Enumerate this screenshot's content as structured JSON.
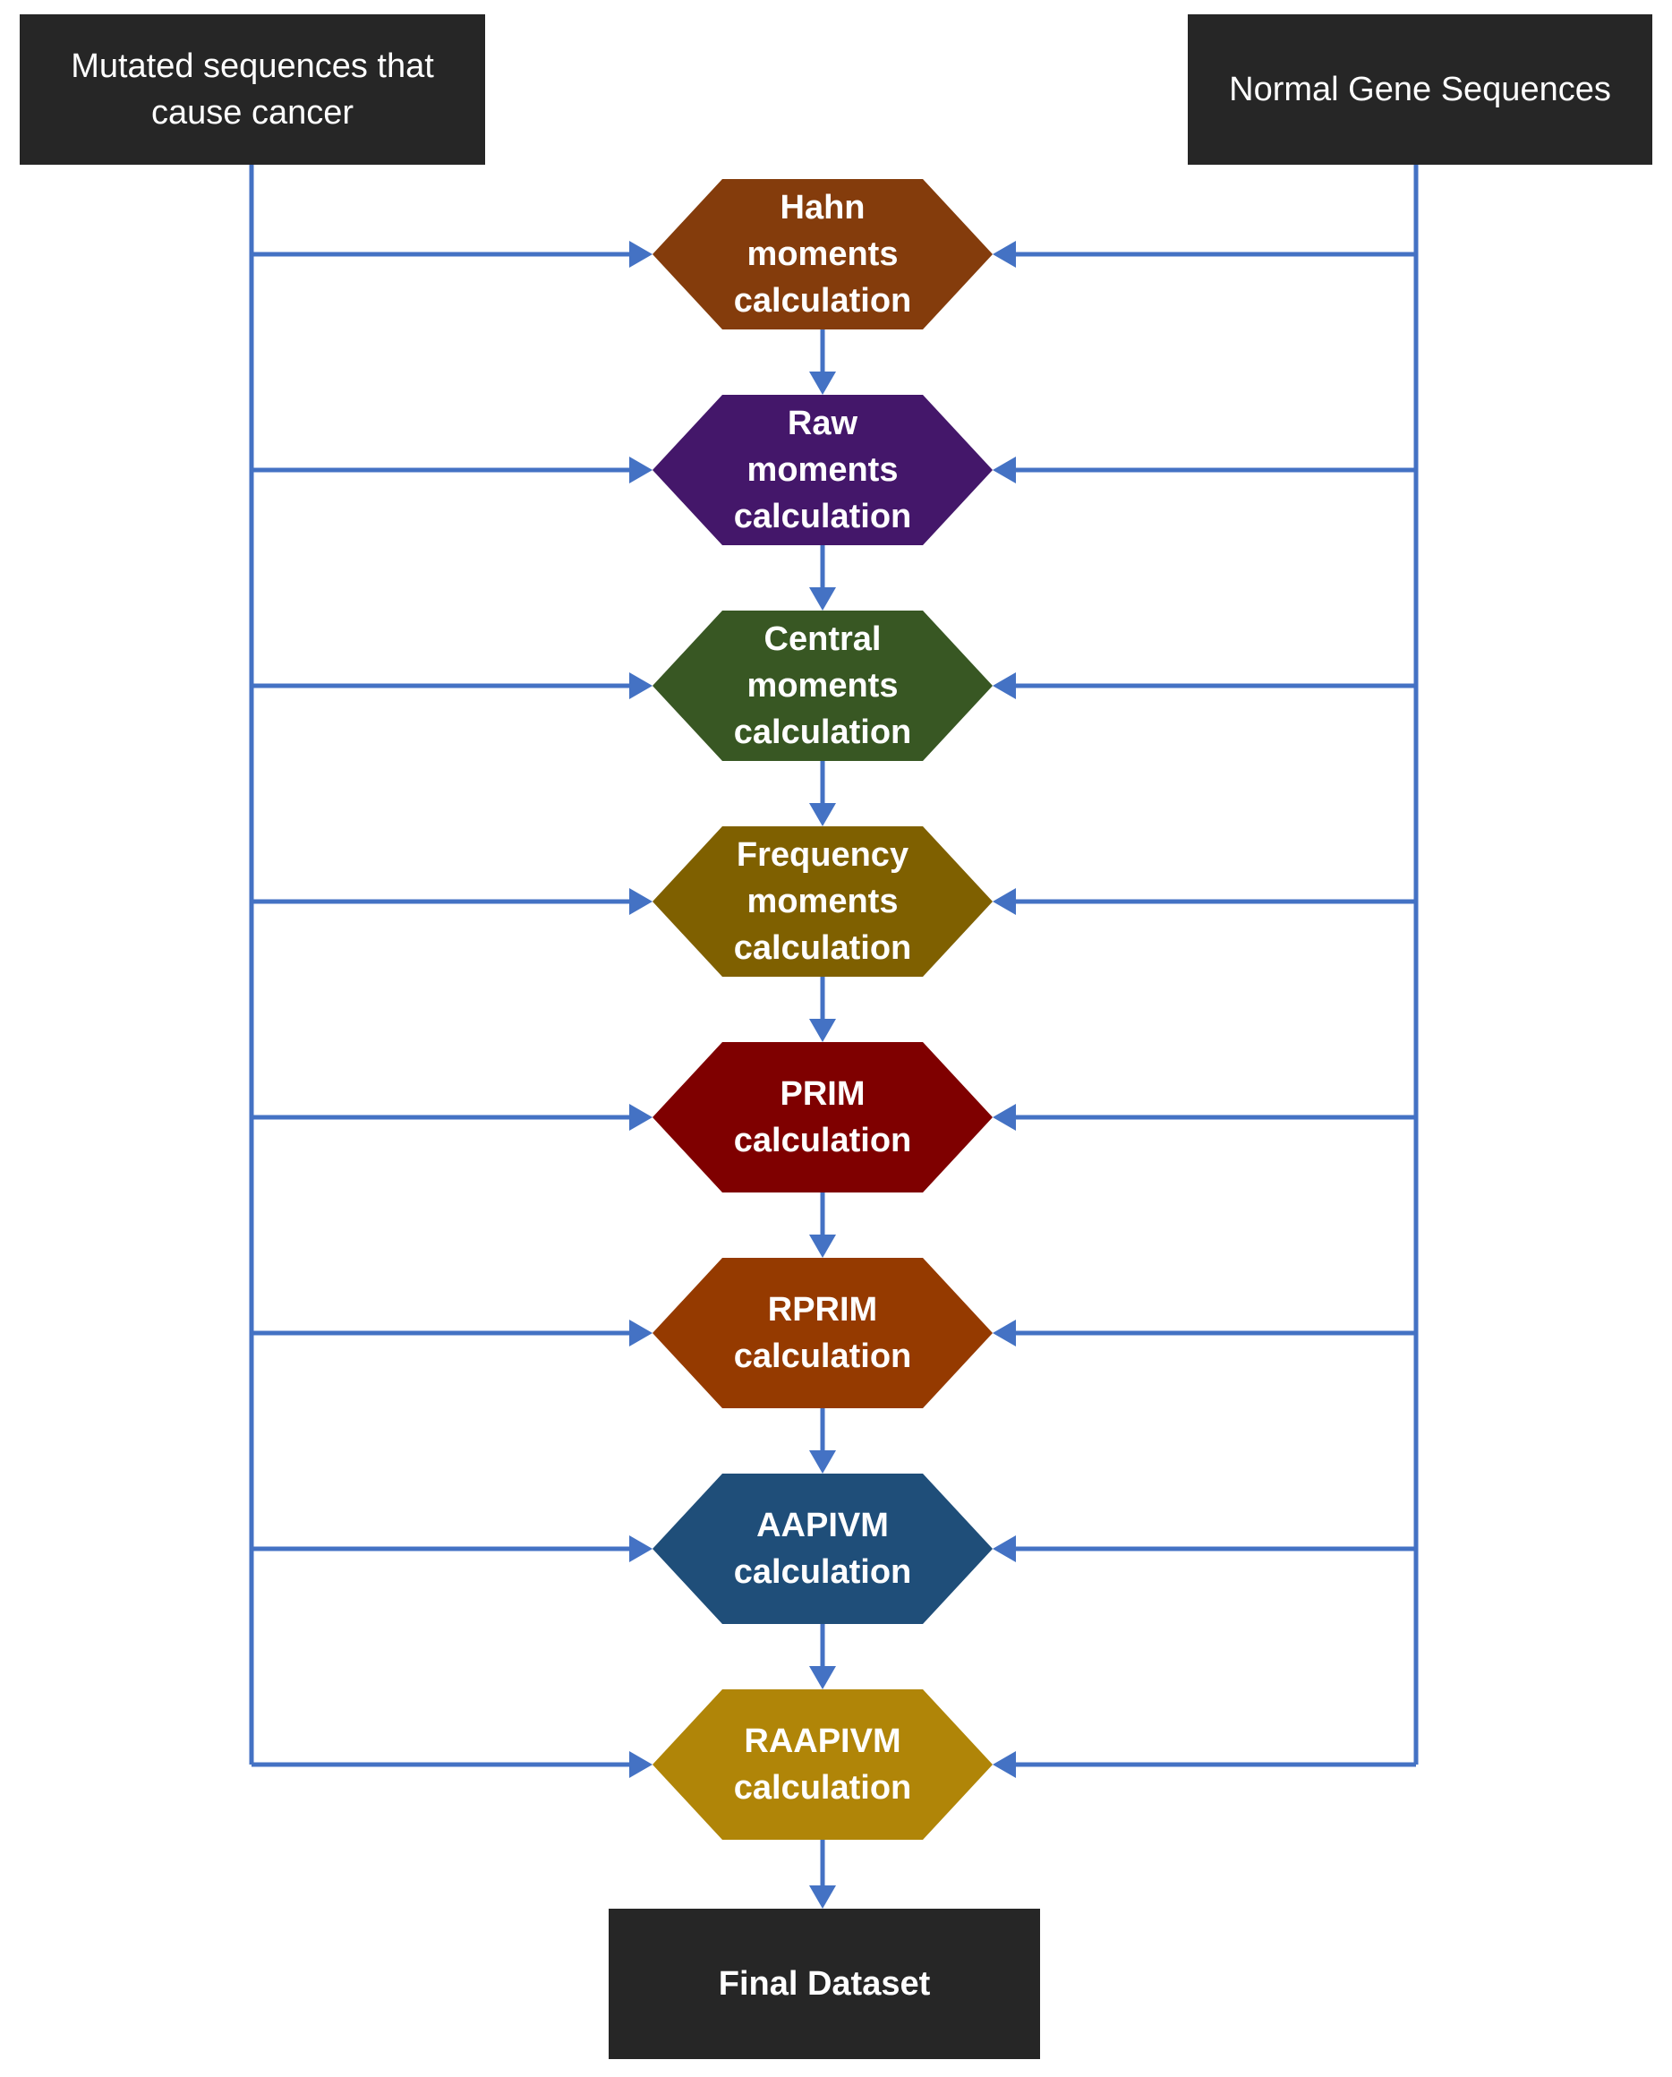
{
  "sources": {
    "mutated": "Mutated sequences that cause cancer",
    "normal": "Normal Gene Sequences"
  },
  "steps": [
    {
      "label": "Hahn\nmoments\ncalculation",
      "color": "#843C0C"
    },
    {
      "label": "Raw\nmoments\ncalculation",
      "color": "#44176A"
    },
    {
      "label": "Central\nmoments\ncalculation",
      "color": "#385723"
    },
    {
      "label": "Frequency\nmoments\ncalculation",
      "color": "#7F6000"
    },
    {
      "label": "PRIM\ncalculation",
      "color": "#7F0000"
    },
    {
      "label": "RPRIM\ncalculation",
      "color": "#953A00"
    },
    {
      "label": "AAPIVM\ncalculation",
      "color": "#1F4E79"
    },
    {
      "label": "RAAPIVM\ncalculation",
      "color": "#B08508"
    }
  ],
  "output": {
    "final": "Final Dataset"
  },
  "colors": {
    "connector": "#4472C4",
    "box": "#262626",
    "text": "#FFFFFF"
  }
}
